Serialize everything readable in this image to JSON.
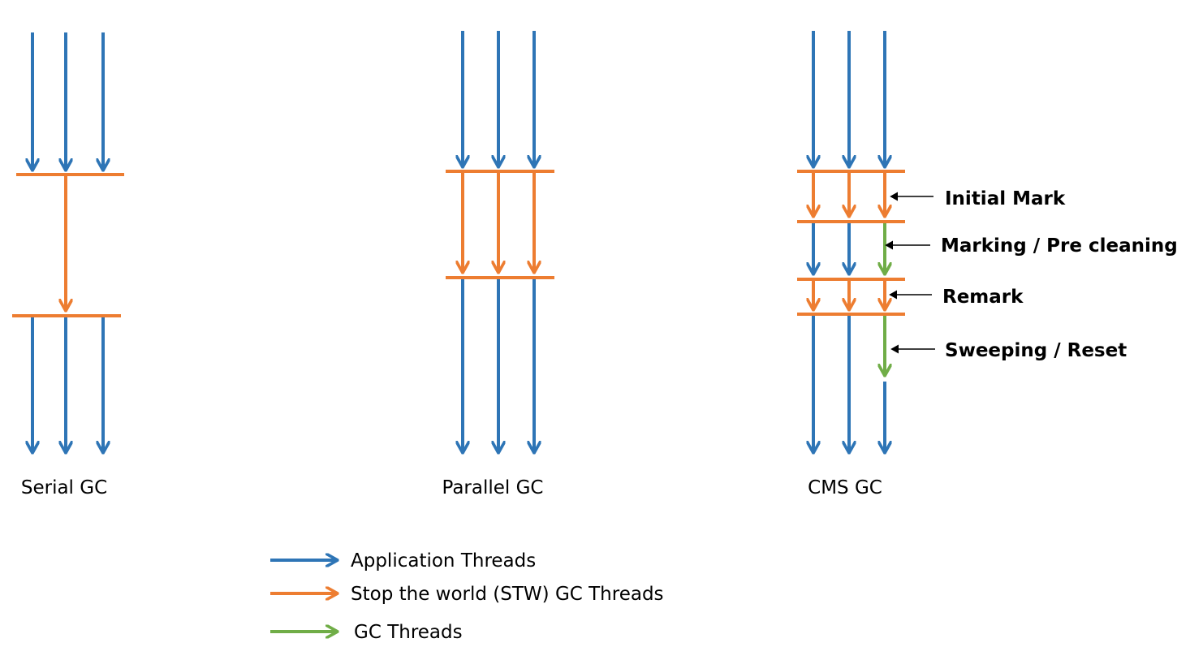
{
  "colors": {
    "application": "#2E75B6",
    "stw": "#ED7D31",
    "gc": "#70AD47",
    "annotation": "#000000"
  },
  "panels": {
    "serial": {
      "caption": "Serial GC"
    },
    "parallel": {
      "caption": "Parallel GC"
    },
    "cms": {
      "caption": "CMS GC",
      "phases": {
        "initial_mark": "Initial Mark",
        "marking": "Marking / Pre cleaning",
        "remark": "Remark",
        "sweeping": "Sweeping / Reset"
      }
    }
  },
  "legend": {
    "application": "Application Threads",
    "stw": "Stop the world (STW) GC Threads",
    "gc": "GC Threads"
  }
}
